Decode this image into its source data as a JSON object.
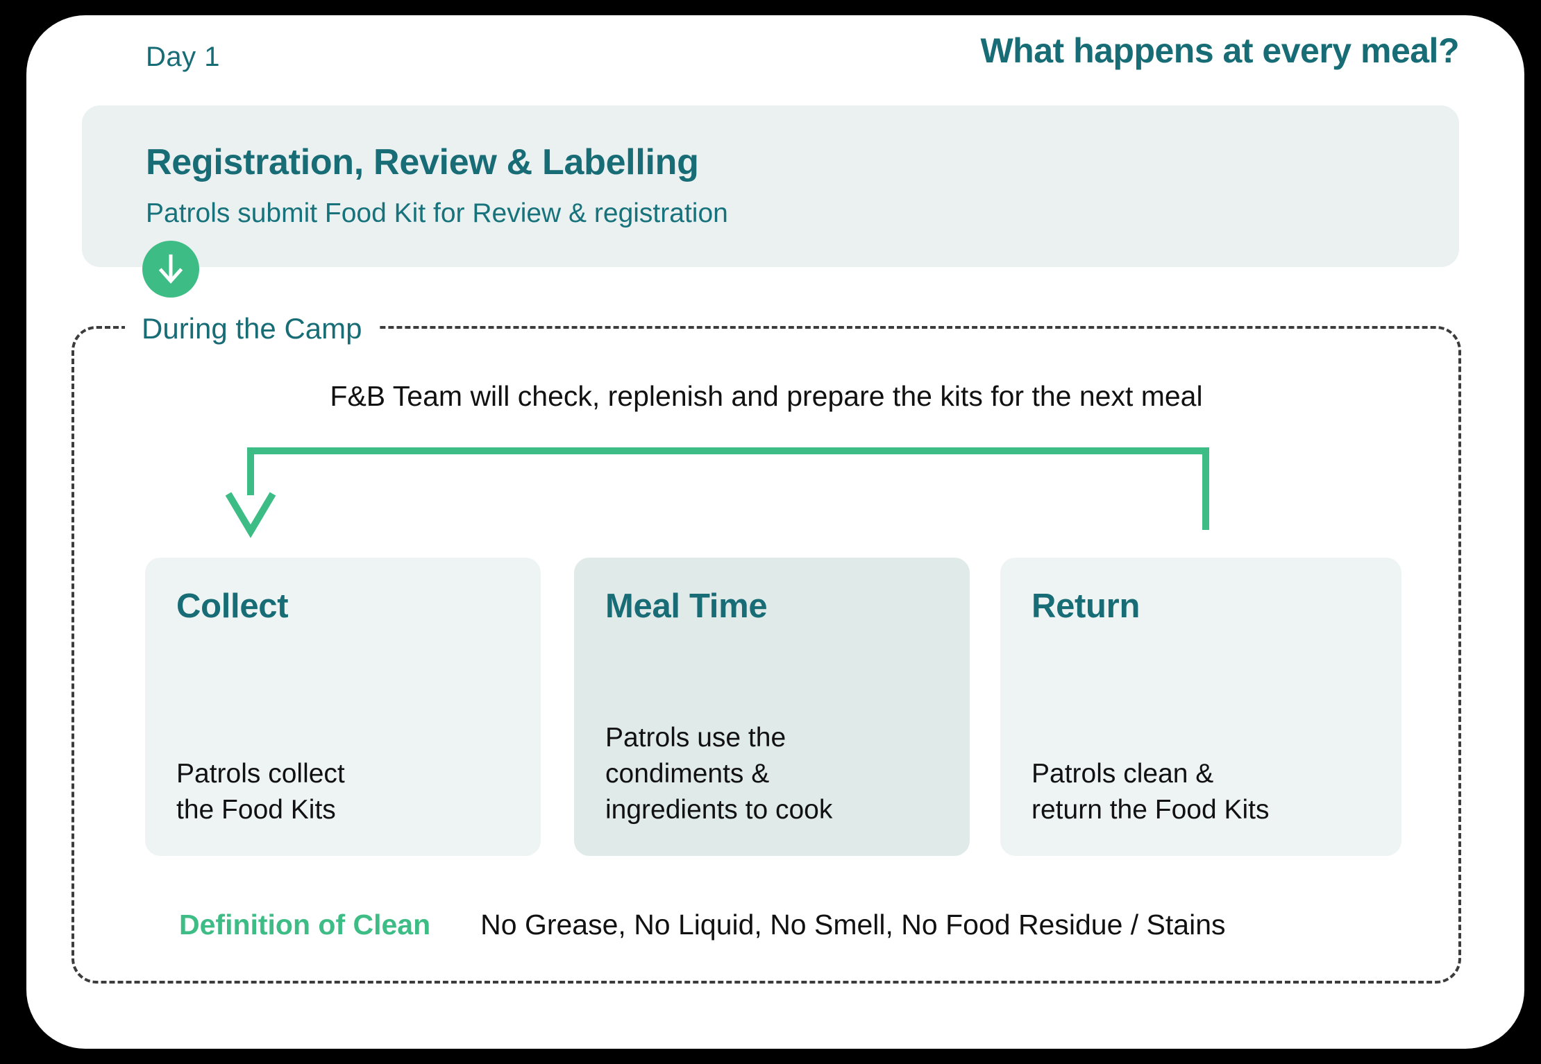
{
  "page": {
    "day_label": "Day 1",
    "title": "What happens at every meal?"
  },
  "registration": {
    "title": "Registration, Review & Labelling",
    "subtitle": "Patrols submit Food Kit for Review & registration"
  },
  "camp_section": {
    "label": "During the Camp",
    "note": "F&B Team will check, replenish and prepare the kits for the next meal",
    "steps": [
      {
        "title": "Collect",
        "description": "Patrols collect\nthe Food Kits",
        "variant": "light"
      },
      {
        "title": "Meal Time",
        "description": "Patrols use the\ncondiments &\ningredients to cook",
        "variant": "shaded"
      },
      {
        "title": "Return",
        "description": "Patrols clean &\nreturn the Food Kits",
        "variant": "light"
      }
    ],
    "definition": {
      "label": "Definition of Clean",
      "text": "No Grease, No Liquid, No Smell, No Food Residue / Stains"
    }
  },
  "icons": {
    "down_arrow": "down-arrow-icon",
    "flow_arrow": "return-to-collect-flow-arrow"
  },
  "colors": {
    "page_bg": "#000000",
    "card_bg": "#ffffff",
    "teal": "#176c76",
    "green": "#3dbd85",
    "panel_bg": "#eaf1f0",
    "step_light_bg": "#eef4f3",
    "step_shaded_bg": "#dfeae9",
    "text_dark": "#111111",
    "dash_border": "#3c3c3c"
  }
}
